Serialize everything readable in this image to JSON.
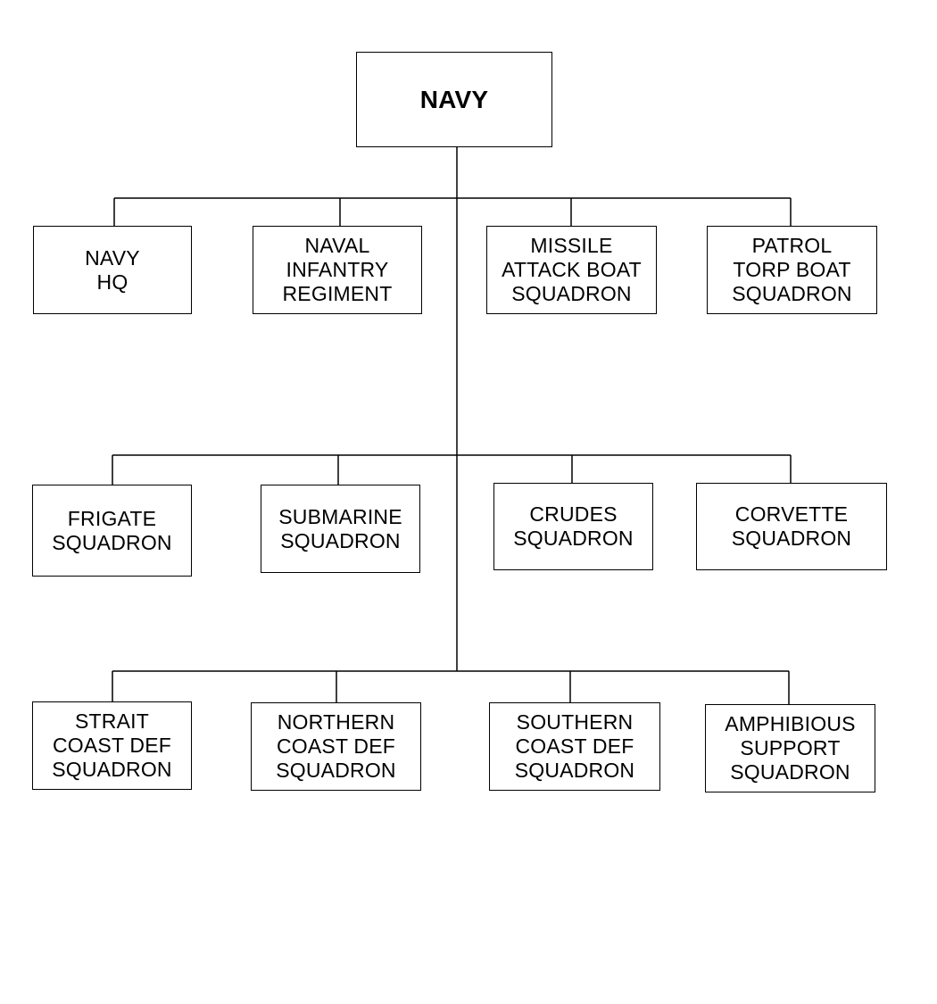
{
  "root": {
    "label": "NAVY"
  },
  "rows": [
    {
      "units": [
        {
          "label": "NAVY\nHQ"
        },
        {
          "label": "NAVAL\nINFANTRY\nREGIMENT"
        },
        {
          "label": "MISSILE\nATTACK BOAT\nSQUADRON"
        },
        {
          "label": "PATROL\nTORP BOAT\nSQUADRON"
        }
      ]
    },
    {
      "units": [
        {
          "label": "FRIGATE\nSQUADRON"
        },
        {
          "label": "SUBMARINE\nSQUADRON"
        },
        {
          "label": "CRUDES\nSQUADRON"
        },
        {
          "label": "CORVETTE\nSQUADRON"
        }
      ]
    },
    {
      "units": [
        {
          "label": "STRAIT\nCOAST DEF\nSQUADRON"
        },
        {
          "label": "NORTHERN\nCOAST DEF\nSQUADRON"
        },
        {
          "label": "SOUTHERN\nCOAST DEF\nSQUADRON"
        },
        {
          "label": "AMPHIBIOUS\nSUPPORT\nSQUADRON"
        }
      ]
    }
  ]
}
